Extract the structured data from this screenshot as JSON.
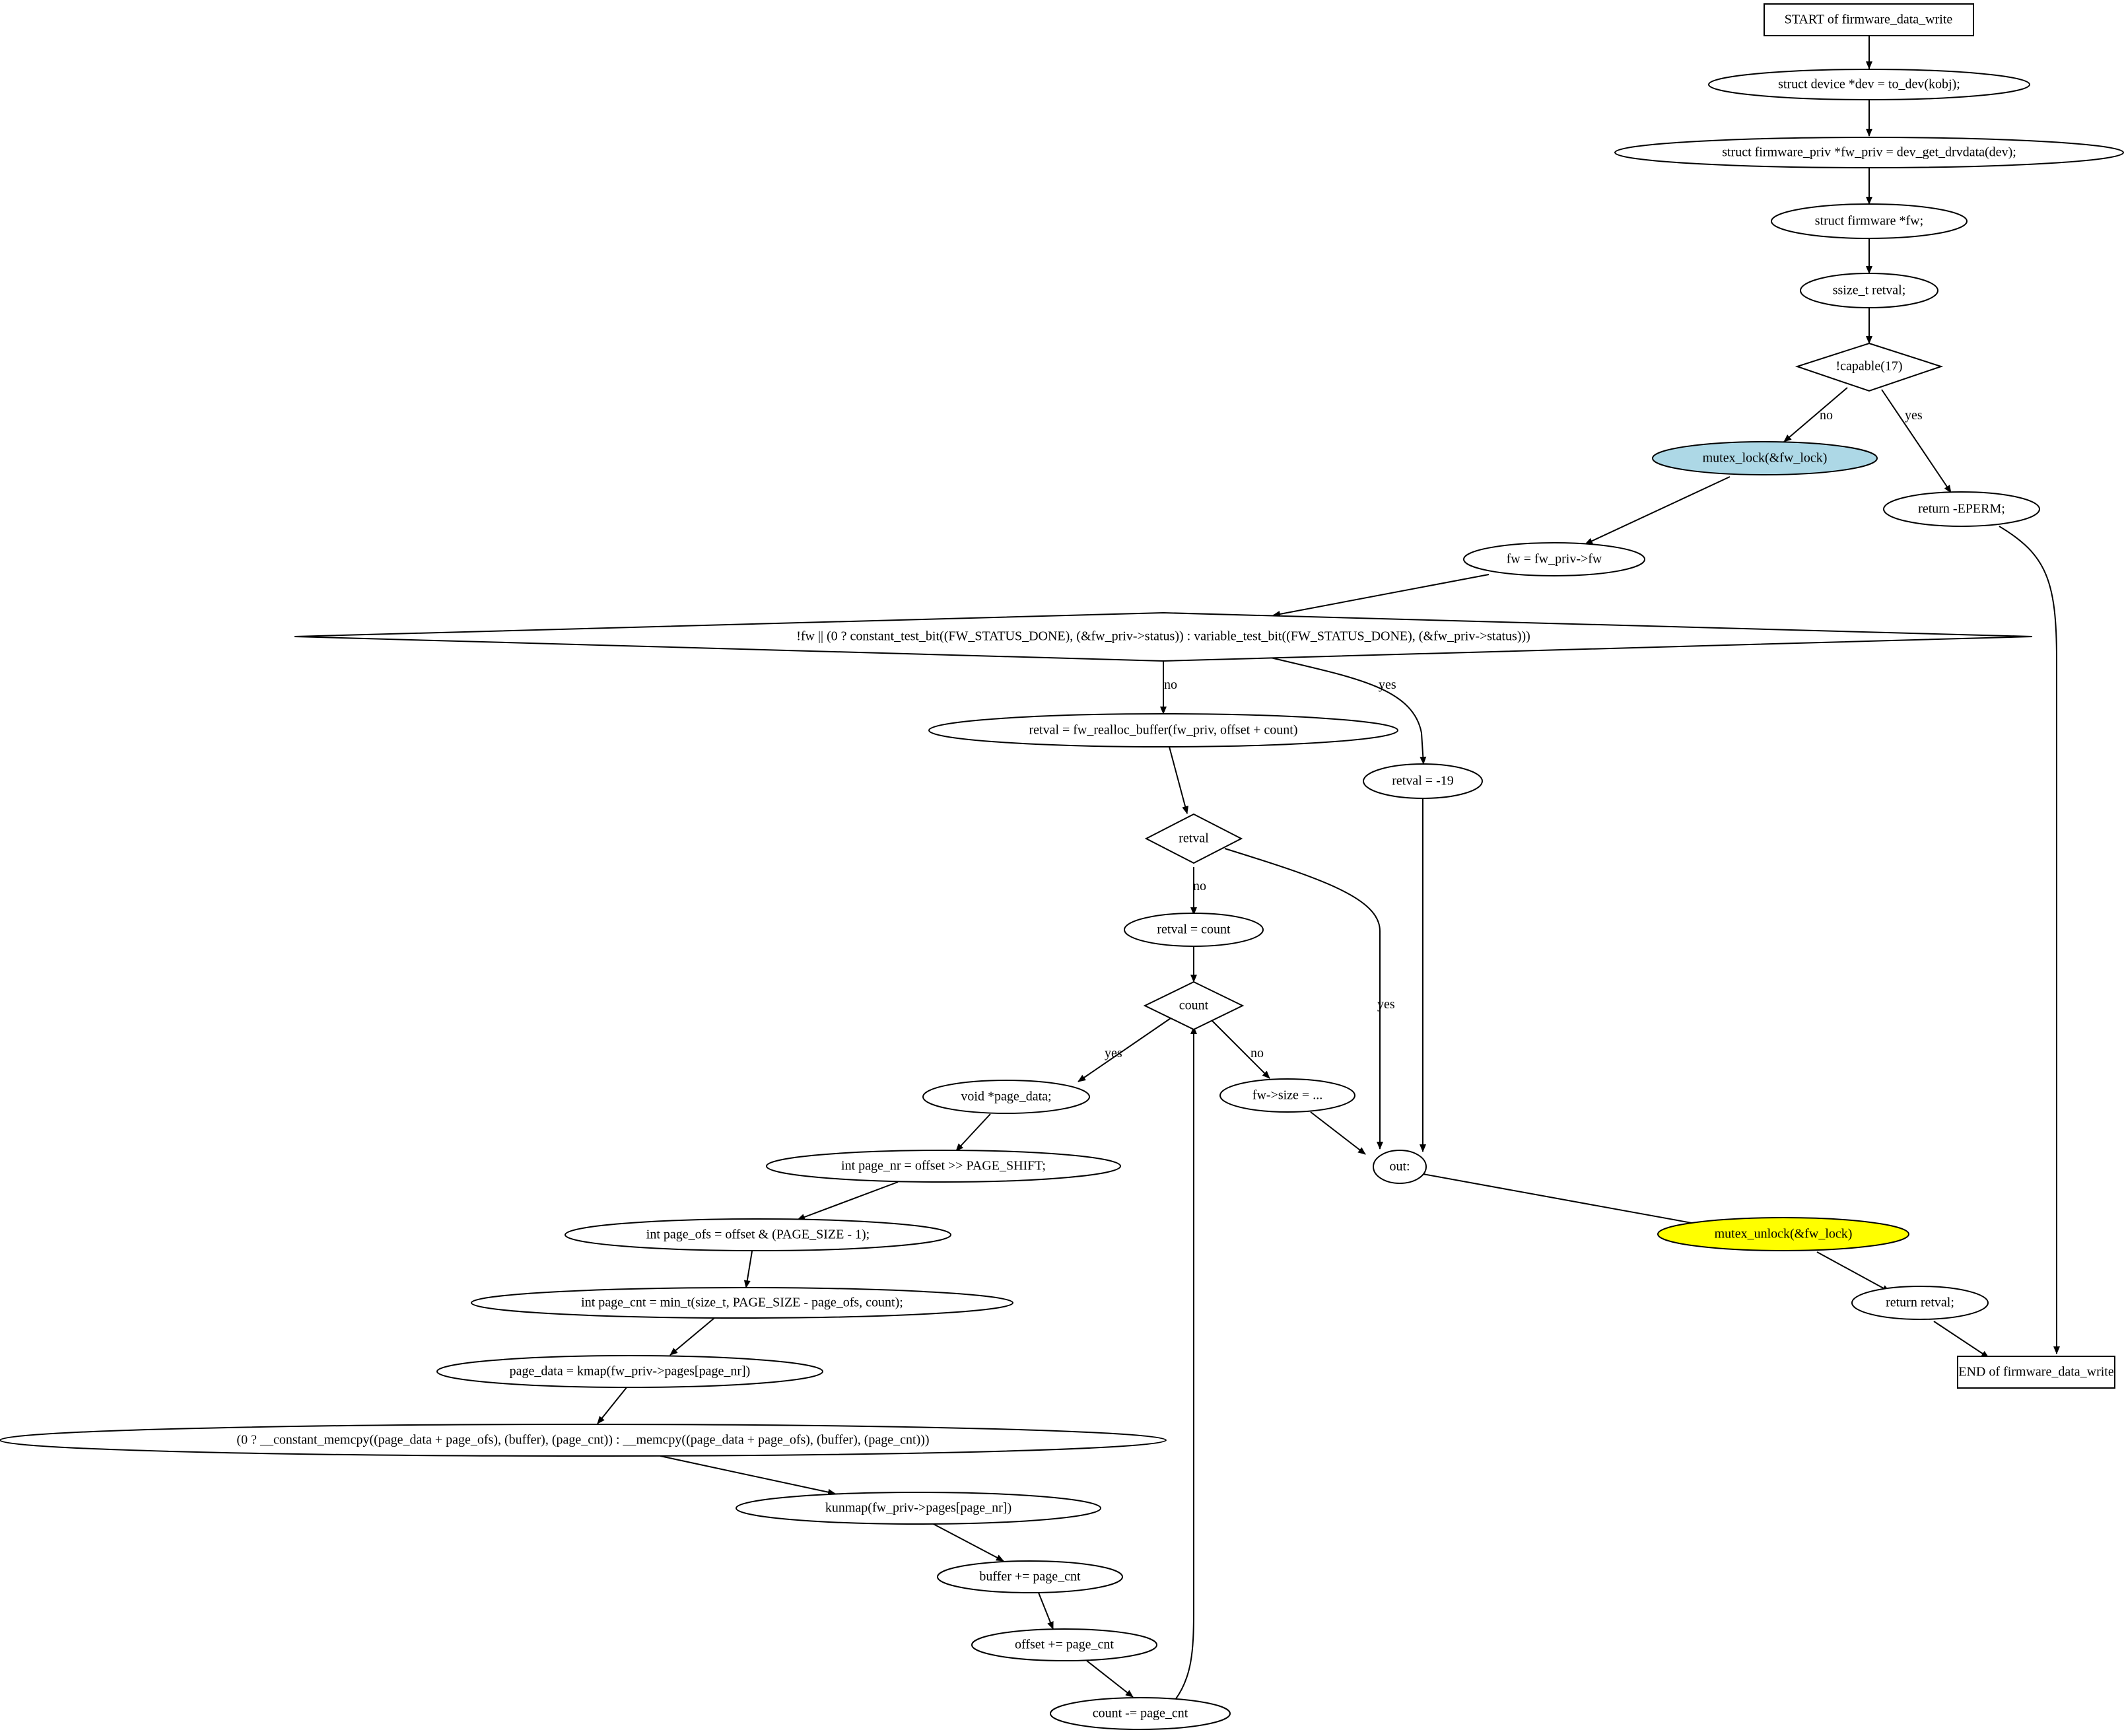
{
  "colors": {
    "mutex_lock_fill": "#add8e6",
    "mutex_unlock_fill": "#ffff00",
    "default_fill": "#ffffff",
    "stroke": "#000000"
  },
  "nodes": {
    "start": "START of firmware_data_write",
    "dev": "struct device *dev = to_dev(kobj);",
    "fw_priv": "struct firmware_priv *fw_priv = dev_get_drvdata(dev);",
    "fw_decl": "struct firmware *fw;",
    "retval_decl": "ssize_t retval;",
    "capable": "!capable(17)",
    "mutex_lock": "mutex_lock(&fw_lock)",
    "return_eperm": "return -EPERM;",
    "fw_assign": "fw = fw_priv->fw",
    "fw_check": "!fw || (0 ? constant_test_bit((FW_STATUS_DONE), (&fw_priv->status)) : variable_test_bit((FW_STATUS_DONE), (&fw_priv->status)))",
    "realloc": "retval = fw_realloc_buffer(fw_priv, offset + count)",
    "retval_19": "retval = -19",
    "retval_check": "retval",
    "retval_count": "retval = count",
    "count_check": "count",
    "page_data_decl": "void *page_data;",
    "fw_size": "fw->size = ...",
    "out": "out:",
    "page_nr": "int page_nr = offset >> PAGE_SHIFT;",
    "page_ofs": "int page_ofs = offset & (PAGE_SIZE - 1);",
    "page_cnt": "int page_cnt = min_t(size_t, PAGE_SIZE - page_ofs, count);",
    "kmap": "page_data = kmap(fw_priv->pages[page_nr])",
    "memcpy": "(0 ? __constant_memcpy((page_data + page_ofs), (buffer), (page_cnt)) : __memcpy((page_data + page_ofs), (buffer), (page_cnt)))",
    "kunmap": "kunmap(fw_priv->pages[page_nr])",
    "buffer_inc": "buffer += page_cnt",
    "offset_inc": "offset += page_cnt",
    "count_dec": "count -= page_cnt",
    "mutex_unlock": "mutex_unlock(&fw_lock)",
    "return_retval": "return retval;",
    "end": "END of firmware_data_write"
  },
  "edge_labels": {
    "capable_no": "no",
    "capable_yes": "yes",
    "fw_check_no": "no",
    "fw_check_yes": "yes",
    "retval_no": "no",
    "retval_yes": "yes",
    "count_yes": "yes",
    "count_no": "no"
  }
}
